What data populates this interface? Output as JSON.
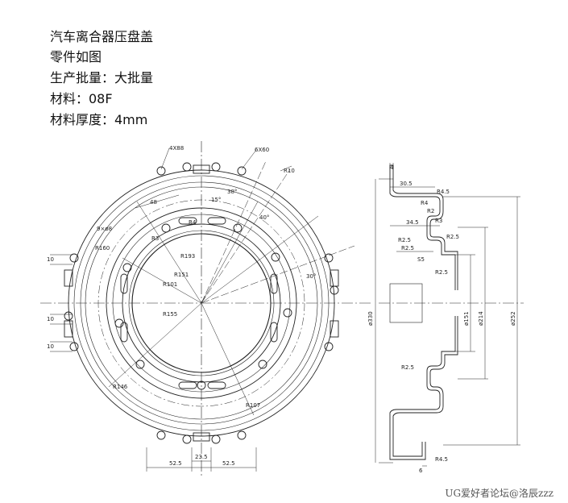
{
  "spec": {
    "title": "汽车离合器压盘盖",
    "line_part": "零件如图",
    "line_batch": "生产批量：大批量",
    "line_material": "材料：08F",
    "line_thickness": "材料厚度：4mm"
  },
  "front_view": {
    "dims": {
      "r160": "R160",
      "r101": "R101",
      "r155": "R155",
      "r146": "R146",
      "r107": "R107",
      "r151": "R151",
      "r193": "R193",
      "r4": "R4",
      "r3": "R3",
      "r10": "R10",
      "holes": "9×ø8",
      "w48": "48",
      "a15": "15°",
      "a38": "38°",
      "a40": "40°",
      "a30": "30°",
      "b52a": "52.5",
      "b23": "23.5",
      "b52b": "52.5",
      "l10a": "10",
      "l10b": "10",
      "l10c": "10",
      "tag_a": "4X88",
      "tag_b": "6X60"
    }
  },
  "section_view": {
    "dims": {
      "t4": "4",
      "d305": "30.5",
      "d345": "34.5",
      "r45": "R4.5",
      "r4": "R4",
      "r2a": "R2",
      "r3": "R3",
      "r25a": "R2.5",
      "r25b": "R2.5",
      "r25c": "R2.5",
      "r25d": "R2.5",
      "r25e": "R2.5",
      "d55": "S5",
      "phi330": "ø330",
      "phi151": "ø151",
      "phi214": "ø214",
      "phi252": "ø252",
      "r45b": "R4.5",
      "d6": "6"
    }
  },
  "watermark": "UG爱好者论坛@洛辰zzz"
}
